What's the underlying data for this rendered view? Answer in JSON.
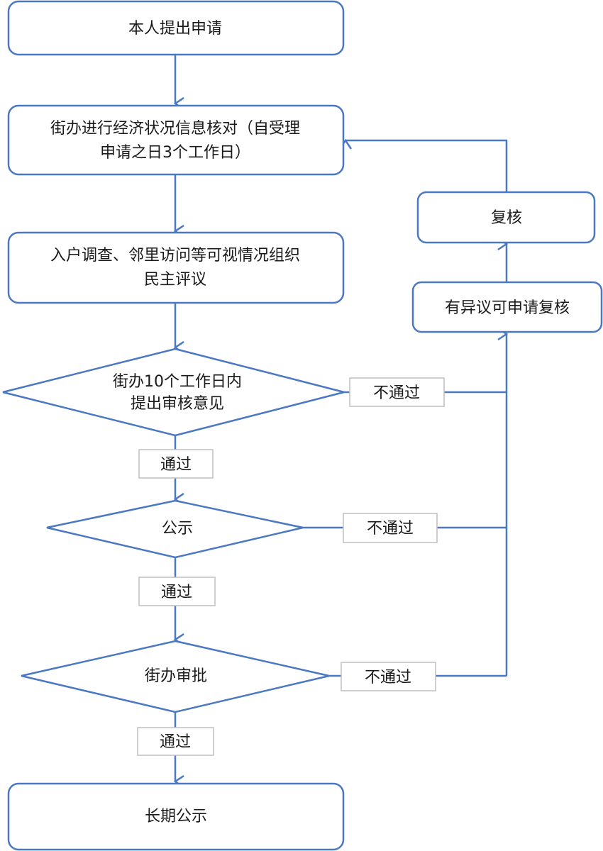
{
  "diagram": {
    "title": "",
    "colors": {
      "stroke": "#4a78c2",
      "label_border": "#bfbfbf",
      "text": "#1a1a1a"
    },
    "nodes": {
      "apply": {
        "lines": [
          "本人提出申请"
        ]
      },
      "verify": {
        "lines": [
          "街办进行经济状况信息核对（自受理",
          "申请之日3个工作日）"
        ]
      },
      "survey": {
        "lines": [
          "入户调查、邻里访问等可视情况组织",
          "民主评议"
        ]
      },
      "review_decision": {
        "lines": [
          "街办10个工作日内",
          "提出审核意见"
        ]
      },
      "publicity_decision": {
        "lines": [
          "公示"
        ]
      },
      "approval_decision": {
        "lines": [
          "街办审批"
        ]
      },
      "long_publicity": {
        "lines": [
          "长期公示"
        ]
      },
      "objection": {
        "lines": [
          "有异议可申请复核"
        ]
      },
      "recheck": {
        "lines": [
          "复核"
        ]
      }
    },
    "edge_labels": {
      "pass": "通过",
      "fail": "不通过"
    }
  }
}
